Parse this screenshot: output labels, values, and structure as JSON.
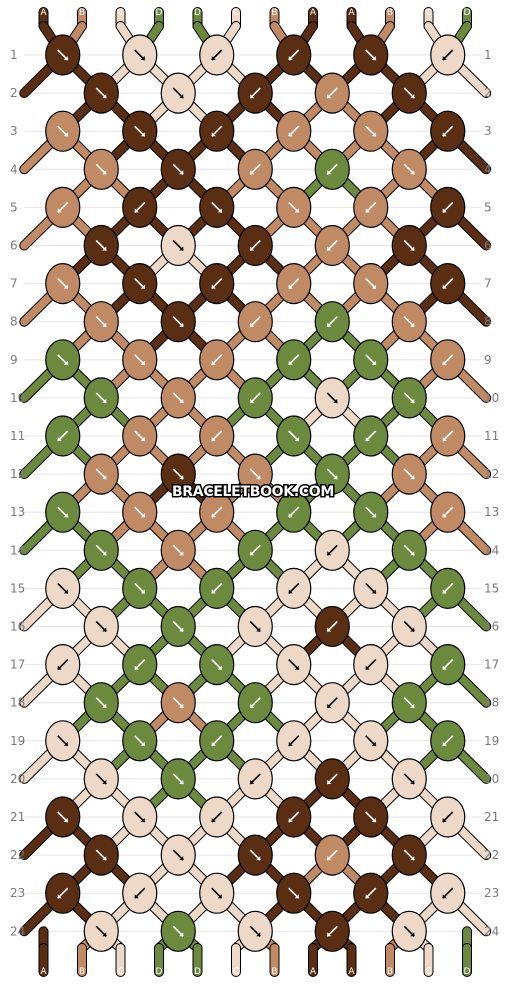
{
  "title": "",
  "watermark": "BRACELETBOOK.COM",
  "colors": {
    "A": "#5a2e12",
    "B": "#c08a64",
    "C": "#eed8c7",
    "D": "#6b8a3e"
  },
  "strings": {
    "top": [
      "A",
      "B",
      "C",
      "D",
      "D",
      "C",
      "B",
      "A",
      "A",
      "B",
      "C",
      "D"
    ],
    "bottom": [
      "A",
      "B",
      "C",
      "D",
      "D",
      "C",
      "B",
      "A",
      "A",
      "B",
      "C",
      "D"
    ]
  },
  "row_labels": [
    "1",
    "2",
    "3",
    "4",
    "5",
    "6",
    "7",
    "8",
    "9",
    "10",
    "11",
    "12",
    "13",
    "14",
    "15",
    "16",
    "17",
    "18",
    "19",
    "20",
    "21",
    "22",
    "23",
    "24"
  ],
  "knots": [
    [
      {
        "c": "A",
        "d": "se"
      },
      {
        "c": "C",
        "d": "se"
      },
      {
        "c": "C",
        "d": "sw"
      },
      {
        "c": "A",
        "d": "sw"
      },
      {
        "c": "A",
        "d": "se"
      },
      {
        "c": "C",
        "d": "sw"
      }
    ],
    [
      {
        "c": "A",
        "d": "se"
      },
      {
        "c": "C",
        "d": "se"
      },
      {
        "c": "A",
        "d": "sw"
      },
      {
        "c": "B",
        "d": "sw"
      },
      {
        "c": "A",
        "d": "se"
      }
    ],
    [
      {
        "c": "B",
        "d": "se"
      },
      {
        "c": "A",
        "d": "se"
      },
      {
        "c": "A",
        "d": "sw"
      },
      {
        "c": "B",
        "d": "sw"
      },
      {
        "c": "B",
        "d": "se"
      },
      {
        "c": "A",
        "d": "sw"
      }
    ],
    [
      {
        "c": "B",
        "d": "se"
      },
      {
        "c": "A",
        "d": "se"
      },
      {
        "c": "B",
        "d": "sw"
      },
      {
        "c": "D",
        "d": "sw"
      },
      {
        "c": "B",
        "d": "se"
      }
    ],
    [
      {
        "c": "B",
        "d": "sw"
      },
      {
        "c": "A",
        "d": "sw"
      },
      {
        "c": "A",
        "d": "se"
      },
      {
        "c": "B",
        "d": "se"
      },
      {
        "c": "B",
        "d": "sw"
      },
      {
        "c": "A",
        "d": "sw"
      }
    ],
    [
      {
        "c": "A",
        "d": "se"
      },
      {
        "c": "C",
        "d": "se"
      },
      {
        "c": "A",
        "d": "sw"
      },
      {
        "c": "B",
        "d": "sw"
      },
      {
        "c": "A",
        "d": "se"
      }
    ],
    [
      {
        "c": "B",
        "d": "se"
      },
      {
        "c": "A",
        "d": "se"
      },
      {
        "c": "A",
        "d": "sw"
      },
      {
        "c": "B",
        "d": "sw"
      },
      {
        "c": "B",
        "d": "se"
      },
      {
        "c": "A",
        "d": "sw"
      }
    ],
    [
      {
        "c": "B",
        "d": "se"
      },
      {
        "c": "A",
        "d": "se"
      },
      {
        "c": "B",
        "d": "sw"
      },
      {
        "c": "D",
        "d": "sw"
      },
      {
        "c": "B",
        "d": "se"
      }
    ],
    [
      {
        "c": "D",
        "d": "se"
      },
      {
        "c": "B",
        "d": "se"
      },
      {
        "c": "B",
        "d": "sw"
      },
      {
        "c": "D",
        "d": "sw"
      },
      {
        "c": "D",
        "d": "se"
      },
      {
        "c": "B",
        "d": "sw"
      }
    ],
    [
      {
        "c": "D",
        "d": "se"
      },
      {
        "c": "B",
        "d": "se"
      },
      {
        "c": "D",
        "d": "sw"
      },
      {
        "c": "C",
        "d": "se"
      },
      {
        "c": "D",
        "d": "se"
      }
    ],
    [
      {
        "c": "D",
        "d": "sw"
      },
      {
        "c": "B",
        "d": "se"
      },
      {
        "c": "B",
        "d": "sw"
      },
      {
        "c": "D",
        "d": "se"
      },
      {
        "c": "D",
        "d": "sw"
      },
      {
        "c": "B",
        "d": "sw"
      }
    ],
    [
      {
        "c": "B",
        "d": "se"
      },
      {
        "c": "A",
        "d": "se"
      },
      {
        "c": "B",
        "d": "se"
      },
      {
        "c": "D",
        "d": "se"
      },
      {
        "c": "B",
        "d": "se"
      }
    ],
    [
      {
        "c": "D",
        "d": "se"
      },
      {
        "c": "B",
        "d": "se"
      },
      {
        "c": "B",
        "d": "sw"
      },
      {
        "c": "D",
        "d": "sw"
      },
      {
        "c": "D",
        "d": "se"
      },
      {
        "c": "B",
        "d": "sw"
      }
    ],
    [
      {
        "c": "D",
        "d": "se"
      },
      {
        "c": "B",
        "d": "se"
      },
      {
        "c": "D",
        "d": "sw"
      },
      {
        "c": "C",
        "d": "sw"
      },
      {
        "c": "D",
        "d": "se"
      }
    ],
    [
      {
        "c": "C",
        "d": "se"
      },
      {
        "c": "D",
        "d": "se"
      },
      {
        "c": "D",
        "d": "sw"
      },
      {
        "c": "C",
        "d": "sw"
      },
      {
        "c": "C",
        "d": "se"
      },
      {
        "c": "D",
        "d": "sw"
      }
    ],
    [
      {
        "c": "C",
        "d": "se"
      },
      {
        "c": "D",
        "d": "se"
      },
      {
        "c": "C",
        "d": "se"
      },
      {
        "c": "A",
        "d": "sw"
      },
      {
        "c": "C",
        "d": "se"
      }
    ],
    [
      {
        "c": "C",
        "d": "sw"
      },
      {
        "c": "D",
        "d": "sw"
      },
      {
        "c": "D",
        "d": "se"
      },
      {
        "c": "C",
        "d": "se"
      },
      {
        "c": "C",
        "d": "sw"
      },
      {
        "c": "D",
        "d": "sw"
      }
    ],
    [
      {
        "c": "D",
        "d": "se"
      },
      {
        "c": "B",
        "d": "se"
      },
      {
        "c": "D",
        "d": "sw"
      },
      {
        "c": "C",
        "d": "sw"
      },
      {
        "c": "D",
        "d": "se"
      }
    ],
    [
      {
        "c": "C",
        "d": "se"
      },
      {
        "c": "D",
        "d": "se"
      },
      {
        "c": "D",
        "d": "sw"
      },
      {
        "c": "C",
        "d": "sw"
      },
      {
        "c": "C",
        "d": "se"
      },
      {
        "c": "D",
        "d": "sw"
      }
    ],
    [
      {
        "c": "C",
        "d": "se"
      },
      {
        "c": "D",
        "d": "se"
      },
      {
        "c": "C",
        "d": "sw"
      },
      {
        "c": "A",
        "d": "sw"
      },
      {
        "c": "C",
        "d": "se"
      }
    ],
    [
      {
        "c": "A",
        "d": "se"
      },
      {
        "c": "C",
        "d": "se"
      },
      {
        "c": "C",
        "d": "sw"
      },
      {
        "c": "A",
        "d": "sw"
      },
      {
        "c": "A",
        "d": "se"
      },
      {
        "c": "C",
        "d": "sw"
      }
    ],
    [
      {
        "c": "A",
        "d": "se"
      },
      {
        "c": "C",
        "d": "se"
      },
      {
        "c": "A",
        "d": "se"
      },
      {
        "c": "B",
        "d": "sw"
      },
      {
        "c": "A",
        "d": "se"
      }
    ],
    [
      {
        "c": "A",
        "d": "sw"
      },
      {
        "c": "C",
        "d": "sw"
      },
      {
        "c": "C",
        "d": "se"
      },
      {
        "c": "A",
        "d": "se"
      },
      {
        "c": "A",
        "d": "sw"
      },
      {
        "c": "C",
        "d": "sw"
      }
    ],
    [
      {
        "c": "C",
        "d": "se"
      },
      {
        "c": "D",
        "d": "se"
      },
      {
        "c": "C",
        "d": "se"
      },
      {
        "c": "A",
        "d": "sw"
      },
      {
        "c": "C",
        "d": "se"
      }
    ]
  ]
}
